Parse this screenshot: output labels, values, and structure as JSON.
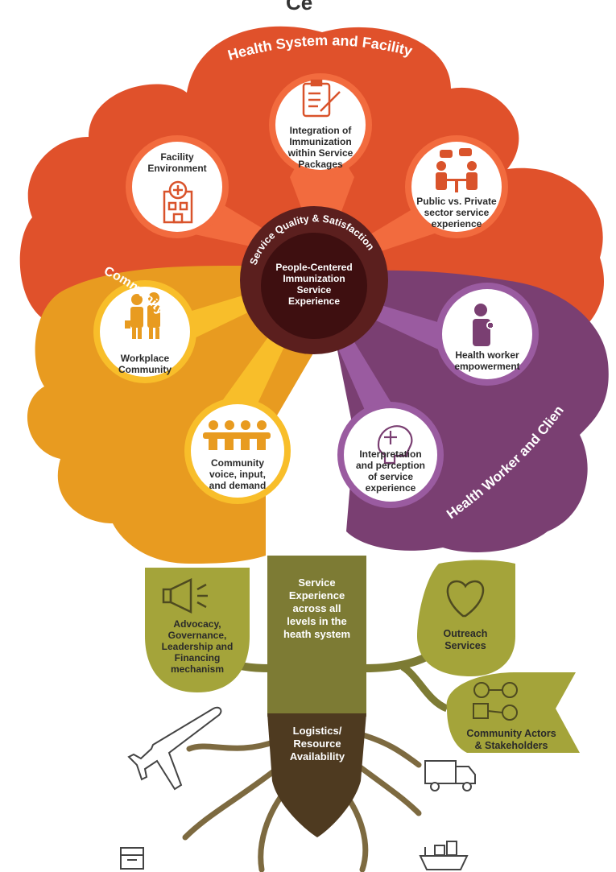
{
  "top_title": "Ce",
  "sectors": {
    "health_system": "Health System and Facility",
    "community": "Community",
    "health_worker": "Health Worker and Client",
    "ring": "Service Quality & Satisfaction"
  },
  "center": "People-Centered\nImmunization\nService\nExperience",
  "nodes": {
    "integration": "Integration of\nImmunization\nwithin Service\nPackages",
    "facility": "Facility\nEnvironment",
    "public_private": "Public vs. Private\nsector service\nexperience",
    "workplace": "Workplace\nCommunity",
    "health_worker_empowerment": "Health worker\nempowerment",
    "community_voice": "Community\nvoice, input,\nand demand",
    "interpretation": "Interpretation\nand perception\nof service\nexperience"
  },
  "trunk": "Service\nExperience\nacross all\nlevels in the\nheath system",
  "roots": "Logistics/\nResource\nAvailability",
  "leaves": {
    "advocacy": "Advocacy,\nGovernance,\nLeadership and\nFinancing\nmechanism",
    "outreach": "Outreach\nServices",
    "community_actors": "Community Actors\n& Stakeholders"
  },
  "colors": {
    "red": "#e0512b",
    "orange": "#f26b3e",
    "amber": "#e89b20",
    "purple": "#7a3f72",
    "olive": "#7d7b34",
    "leaf": "#a4a43a",
    "root": "#4e3a20"
  }
}
